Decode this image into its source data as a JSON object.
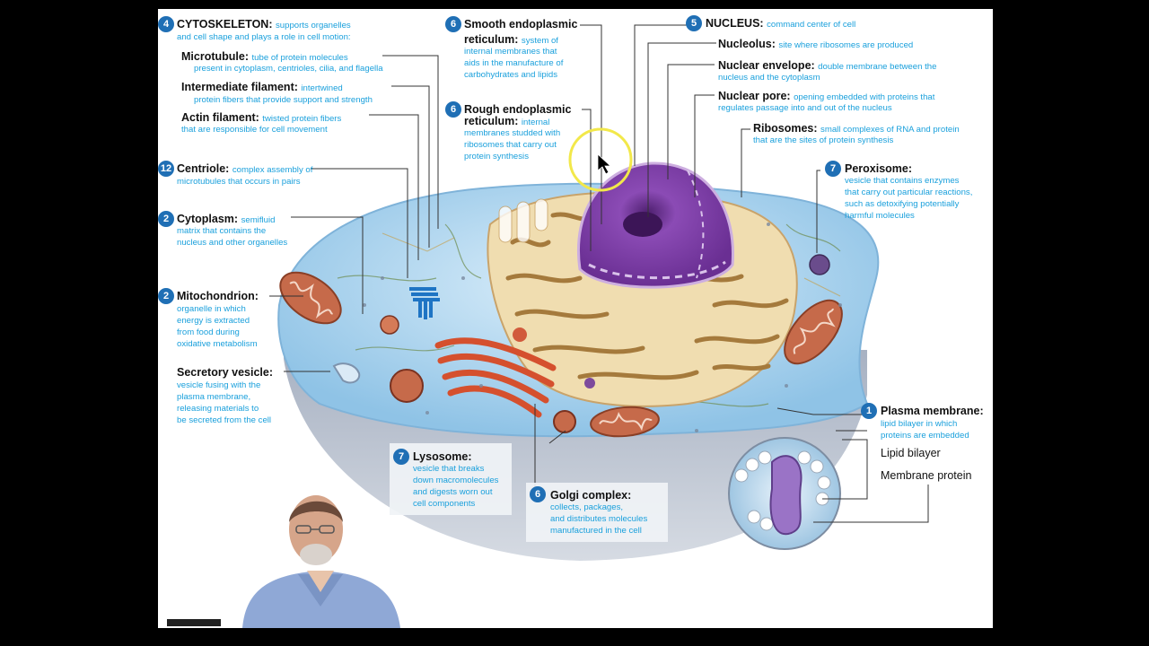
{
  "labels": {
    "cytoskeleton": {
      "badge": "4",
      "title": "CYTOSKELETON:",
      "desc1": "supports organelles",
      "desc2": "and cell shape and plays a role in cell motion:"
    },
    "microtubule": {
      "title": "Microtubule:",
      "desc1": "tube of protein molecules",
      "desc2": "present in cytoplasm, centrioles, cilia, and flagella"
    },
    "intermediate": {
      "title": "Intermediate filament:",
      "desc1": "intertwined",
      "desc2": "protein fibers that provide support and strength"
    },
    "actin": {
      "title": "Actin filament:",
      "desc1": "twisted protein fibers",
      "desc2": "that are responsible for cell movement"
    },
    "centriole": {
      "badge": "12",
      "title": "Centriole:",
      "desc1": "complex assembly of",
      "desc2": "microtubules that occurs in pairs"
    },
    "cytoplasm": {
      "badge": "2",
      "title": "Cytoplasm:",
      "desc1": "semifluid",
      "desc2": "matrix that contains the",
      "desc3": "nucleus and other organelles"
    },
    "mitochondrion": {
      "badge": "2",
      "title": "Mitochondrion:",
      "desc1": "organelle in which",
      "desc2": "energy is extracted",
      "desc3": "from food during",
      "desc4": "oxidative metabolism"
    },
    "secretory": {
      "title": "Secretory vesicle:",
      "desc1": "vesicle fusing with the",
      "desc2": "plasma membrane,",
      "desc3": "releasing materials to",
      "desc4": "be secreted from the cell"
    },
    "smooth_er": {
      "badge": "6",
      "title1": "Smooth endoplasmic",
      "title2": "reticulum:",
      "desc1": "system of",
      "desc2": "internal membranes that",
      "desc3": "aids in the manufacture of",
      "desc4": "carbohydrates and lipids"
    },
    "rough_er": {
      "badge": "6",
      "title1": "Rough endoplasmic",
      "title2": "reticulum:",
      "desc1": "internal",
      "desc2": "membranes studded with",
      "desc3": "ribosomes that carry out",
      "desc4": "protein synthesis"
    },
    "nucleus": {
      "badge": "5",
      "title": "NUCLEUS:",
      "desc1": "command center of cell"
    },
    "nucleolus": {
      "title": "Nucleolus:",
      "desc1": "site where ribosomes are produced"
    },
    "nuclear_envelope": {
      "title": "Nuclear envelope:",
      "desc1": "double membrane between the",
      "desc2": "nucleus and the cytoplasm"
    },
    "nuclear_pore": {
      "title": "Nuclear pore:",
      "desc1": "opening embedded with proteins that",
      "desc2": "regulates passage into and out of the nucleus"
    },
    "ribosomes": {
      "title": "Ribosomes:",
      "desc1": "small complexes of RNA and protein",
      "desc2": "that are the sites of protein synthesis"
    },
    "peroxisome": {
      "badge": "7",
      "title": "Peroxisome:",
      "desc1": "vesicle that contains enzymes",
      "desc2": "that carry out particular reactions,",
      "desc3": "such as detoxifying potentially",
      "desc4": "harmful molecules"
    },
    "lysosome": {
      "badge": "7",
      "title": "Lysosome:",
      "desc1": "vesicle that breaks",
      "desc2": "down macromolecules",
      "desc3": "and digests worn out",
      "desc4": "cell components"
    },
    "golgi": {
      "badge": "6",
      "title": "Golgi complex:",
      "desc1": "collects, packages,",
      "desc2": "and distributes molecules",
      "desc3": "manufactured in the cell"
    },
    "plasma": {
      "badge": "1",
      "title": "Plasma membrane:",
      "desc1": "lipid bilayer in which",
      "desc2": "proteins are embedded"
    },
    "lipid_bilayer": {
      "title": "Lipid bilayer"
    },
    "membrane_protein": {
      "title": "Membrane protein"
    }
  },
  "colors": {
    "badge": "#1f6fb5",
    "desc": "#1aa0dc",
    "cytoplasm": "#a9d2ec",
    "nucleus": "#7b3fa0",
    "er": "#e8cf9e",
    "mito": "#c66a4a",
    "highlight": "#f2e84a"
  },
  "icons": [
    "mouse-cursor-icon",
    "presenter-video"
  ]
}
